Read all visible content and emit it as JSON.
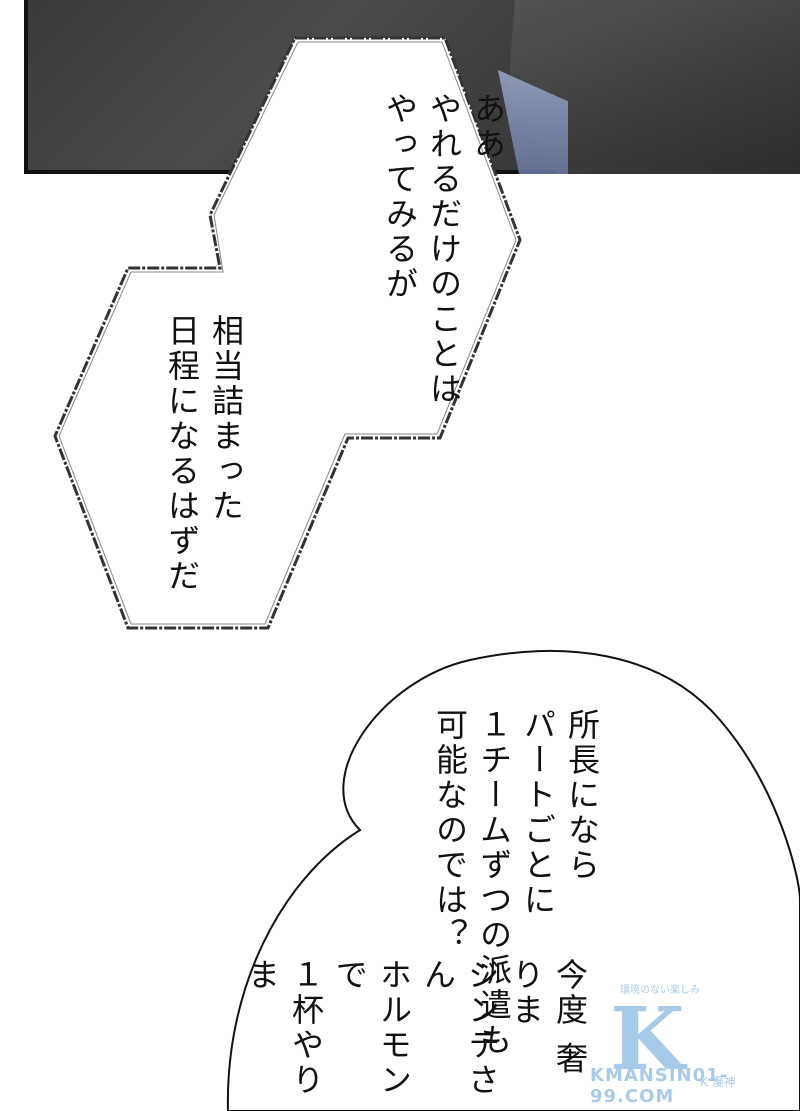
{
  "bubble1": {
    "col1": "ああ",
    "col2": "やれるだけのことは",
    "col3": "やってみるが",
    "col4": "相当詰まった",
    "col5": "日程になるはずだ"
  },
  "bubble2": {
    "col1": "所長になら",
    "col2": "パートごとに",
    "col3": "１チームずつの派遣も",
    "col4": "可能なのでは？"
  },
  "bubble3": {
    "col1": "今度 奢りま",
    "col2": "ジンテさん",
    "col3": "ホルモンで",
    "col4": "１杯やりま"
  },
  "watermark": {
    "small": "環境のない楽しみ",
    "letter": "K",
    "brand": "K 漫神",
    "url": "KMANSIN01-99.COM"
  }
}
